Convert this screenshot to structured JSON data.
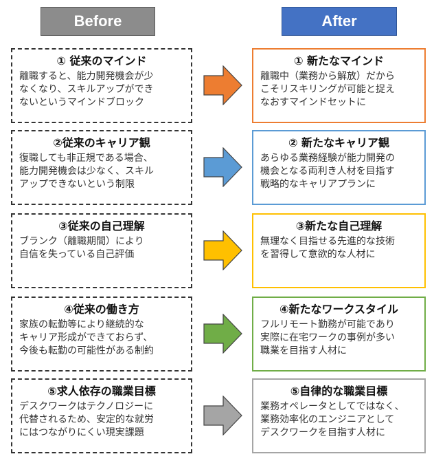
{
  "headers": {
    "before": "Before",
    "after": "After"
  },
  "colors": {
    "before_header": "#8c8c8c",
    "after_header": "#4472c4",
    "row1": "#ed7d31",
    "row2": "#5b9bd5",
    "row3": "#ffc000",
    "row4": "#70ad47",
    "row5": "#a5a5a5"
  },
  "rows": [
    {
      "before": {
        "title": "① 従来のマインド",
        "lines": [
          "離職すると、能力開発機会が少",
          "なくなり、スキルアップができ",
          "ないというマインドブロック"
        ]
      },
      "after": {
        "title": "① 新たなマインド",
        "lines": [
          "離職中（業務から解放）だから",
          "こそリスキリングが可能と捉え",
          "なおすマインドセットに"
        ]
      },
      "arrow": "orange-arrow"
    },
    {
      "before": {
        "title": "②従来のキャリア観",
        "lines": [
          "復職しても非正規である場合、",
          "能力開発機会は少なく、スキル",
          "アップできないという制限"
        ]
      },
      "after": {
        "title": "② 新たなキャリア観",
        "lines": [
          "あらゆる業務経験が能力開発の",
          "機会となる両利き人材を目指す",
          "戦略的なキャリアプランに"
        ]
      },
      "arrow": "blue-arrow"
    },
    {
      "before": {
        "title": "③従来の自己理解",
        "lines": [
          "ブランク（離職期間）により",
          "自信を失っている自己評価"
        ]
      },
      "after": {
        "title": "③新たな自己理解",
        "lines": [
          "無理なく目指せる先進的な技術",
          "を習得して意欲的な人材に"
        ]
      },
      "arrow": "yellow-arrow"
    },
    {
      "before": {
        "title": "④従来の働き方",
        "lines": [
          "家族の転勤等により継続的な",
          "キャリア形成ができておらず、",
          "今後も転勤の可能性がある制約"
        ]
      },
      "after": {
        "title": "④新たなワークスタイル",
        "lines": [
          "フルリモート勤務が可能であり",
          "実際に在宅ワークの事例が多い",
          "職業を目指す人材に"
        ]
      },
      "arrow": "green-arrow"
    },
    {
      "before": {
        "title": "⑤求人依存の職業目標",
        "lines": [
          "デスクワークはテクノロジーに",
          "代替されるため、安定的な就労",
          "にはつながりにくい現実課題"
        ]
      },
      "after": {
        "title": "⑤自律的な職業目標",
        "lines": [
          "業務オペレータとしてではなく、",
          "業務効率化のエンジニアとして",
          "デスクワークを目指す人材に"
        ]
      },
      "arrow": "gray-arrow"
    }
  ]
}
